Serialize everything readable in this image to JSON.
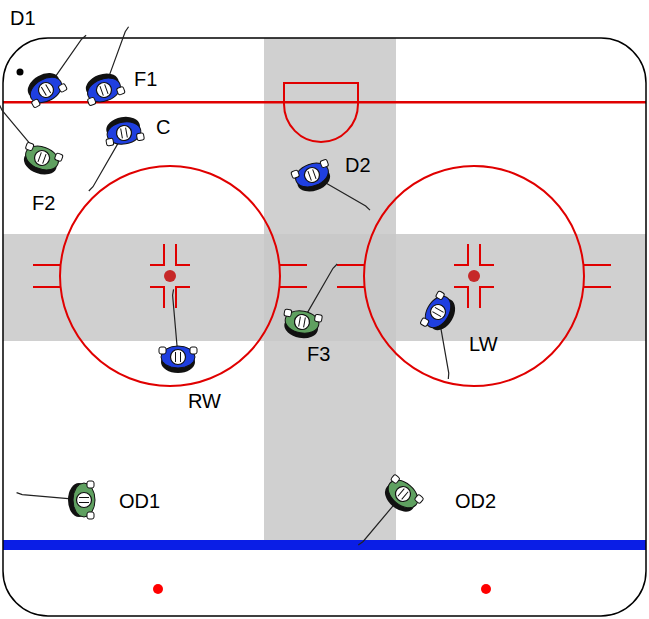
{
  "diagram": {
    "labels": [
      "D1",
      "F1",
      "C",
      "F2",
      "D2",
      "F3",
      "LW",
      "RW",
      "OD1",
      "OD2"
    ]
  }
}
